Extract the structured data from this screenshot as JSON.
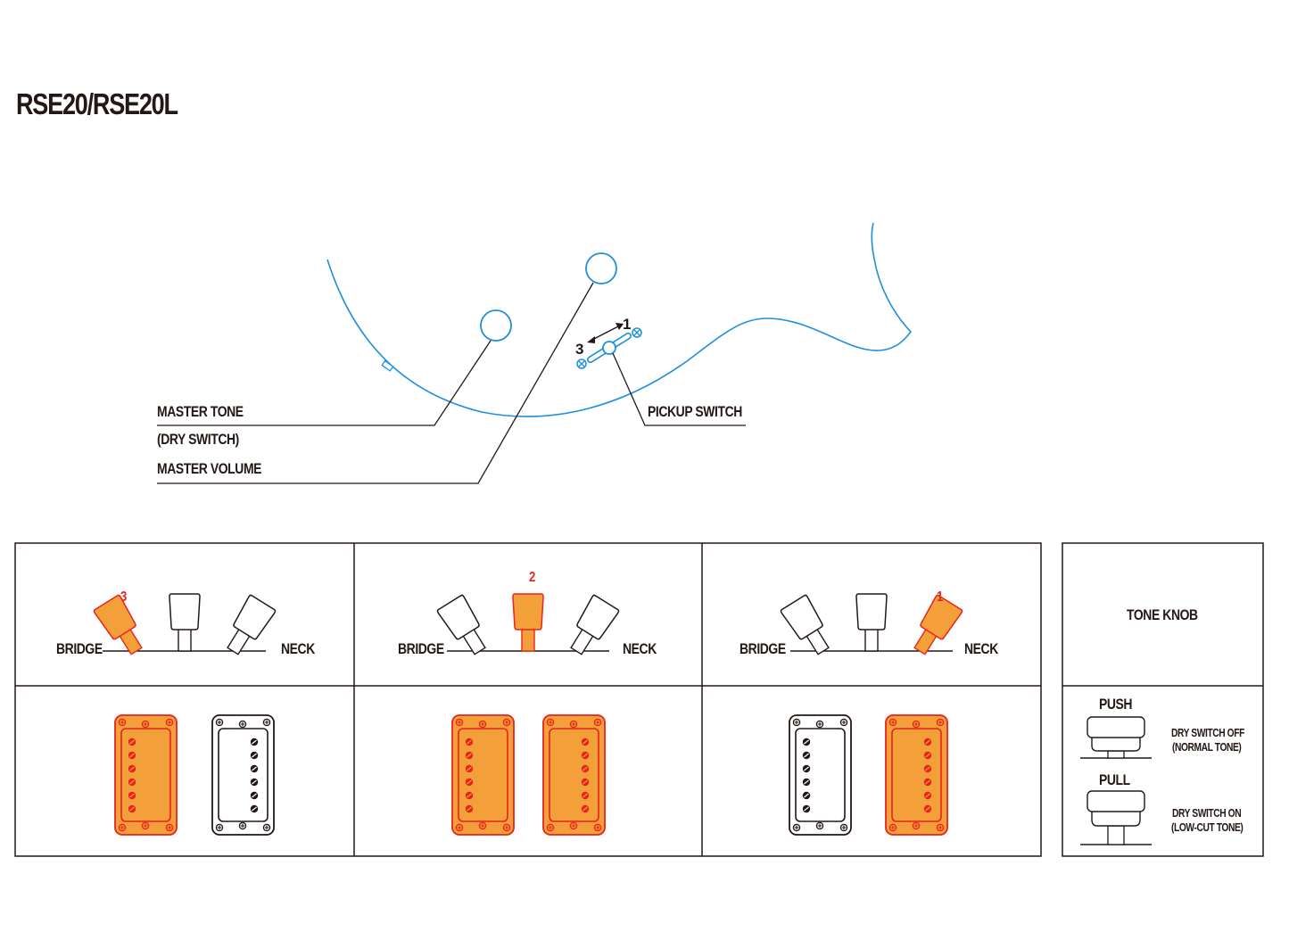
{
  "title": "RSE20/RSE20L",
  "colors": {
    "body_outline": "#1e8fdb",
    "active_fill": "#f3a03a",
    "active_stroke": "#e8231e",
    "ink": "#231815"
  },
  "callouts": {
    "master_tone": "MASTER TONE",
    "dry_switch": "(DRY SWITCH)",
    "master_volume": "MASTER VOLUME",
    "pickup_switch": "PICKUP SWITCH",
    "switch_pos_1": "1",
    "switch_pos_3": "3"
  },
  "positions": [
    {
      "number": "3",
      "left_label": "BRIDGE",
      "right_label": "NECK",
      "active_lever": "bridge",
      "bridge_pickup_on": true,
      "neck_pickup_on": false
    },
    {
      "number": "2",
      "left_label": "BRIDGE",
      "right_label": "NECK",
      "active_lever": "middle",
      "bridge_pickup_on": true,
      "neck_pickup_on": true
    },
    {
      "number": "1",
      "left_label": "BRIDGE",
      "right_label": "NECK",
      "active_lever": "neck",
      "bridge_pickup_on": false,
      "neck_pickup_on": true
    }
  ],
  "tone_knob": {
    "header": "TONE KNOB",
    "push_label": "PUSH",
    "push_desc_1": "DRY SWITCH OFF",
    "push_desc_2": "(NORMAL TONE)",
    "pull_label": "PULL",
    "pull_desc_1": "DRY SWITCH ON",
    "pull_desc_2": "(LOW-CUT TONE)"
  }
}
